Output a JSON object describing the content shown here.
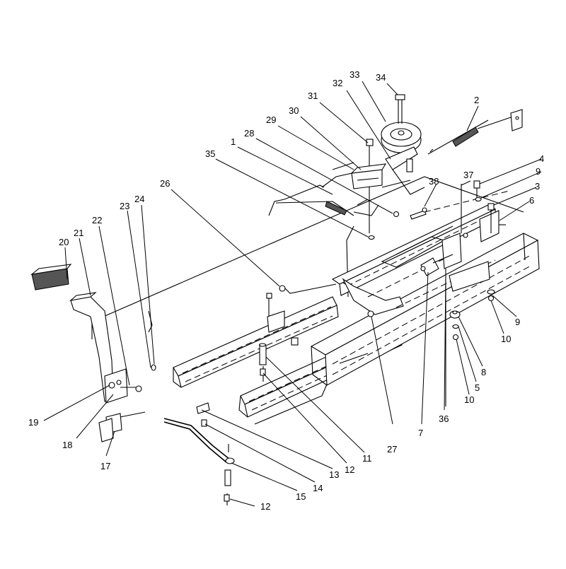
{
  "diagram": {
    "callouts": [
      {
        "label": "34"
      },
      {
        "label": "33"
      },
      {
        "label": "32"
      },
      {
        "label": "31"
      },
      {
        "label": "2"
      },
      {
        "label": "30"
      },
      {
        "label": "29"
      },
      {
        "label": "28"
      },
      {
        "label": "1"
      },
      {
        "label": "35"
      },
      {
        "label": "4"
      },
      {
        "label": "9"
      },
      {
        "label": "37"
      },
      {
        "label": "38"
      },
      {
        "label": "3"
      },
      {
        "label": "6"
      },
      {
        "label": "26"
      },
      {
        "label": "23"
      },
      {
        "label": "24"
      },
      {
        "label": "22"
      },
      {
        "label": "21"
      },
      {
        "label": "20"
      },
      {
        "label": "9"
      },
      {
        "label": "10"
      },
      {
        "label": "8"
      },
      {
        "label": "5"
      },
      {
        "label": "10"
      },
      {
        "label": "36"
      },
      {
        "label": "7"
      },
      {
        "label": "27"
      },
      {
        "label": "11"
      },
      {
        "label": "12"
      },
      {
        "label": "13"
      },
      {
        "label": "14"
      },
      {
        "label": "15"
      },
      {
        "label": "12"
      },
      {
        "label": "19"
      },
      {
        "label": "18"
      },
      {
        "label": "17"
      }
    ]
  }
}
